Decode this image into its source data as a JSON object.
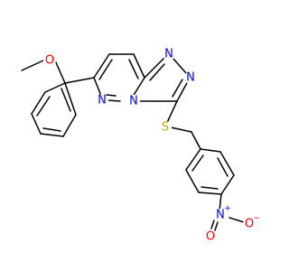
{
  "molecule": {
    "atoms": {
      "O1": {
        "label": "O",
        "color": "#ff0000"
      },
      "S": {
        "label": "S",
        "color": "#c8a800"
      },
      "N1": {
        "label": "N",
        "color": "#0000ff"
      },
      "N2": {
        "label": "N",
        "color": "#0000ff"
      },
      "N3": {
        "label": "N",
        "color": "#0000ff"
      },
      "N4": {
        "label": "N",
        "color": "#0000ff"
      },
      "Nn": {
        "label": "N",
        "color": "#0000ff",
        "charge": "+"
      },
      "Oa": {
        "label": "O",
        "color": "#ff0000"
      },
      "Ob": {
        "label": "O",
        "color": "#ff0000",
        "charge": "−"
      }
    },
    "bond_color": "#000000",
    "background": "#ffffff"
  }
}
